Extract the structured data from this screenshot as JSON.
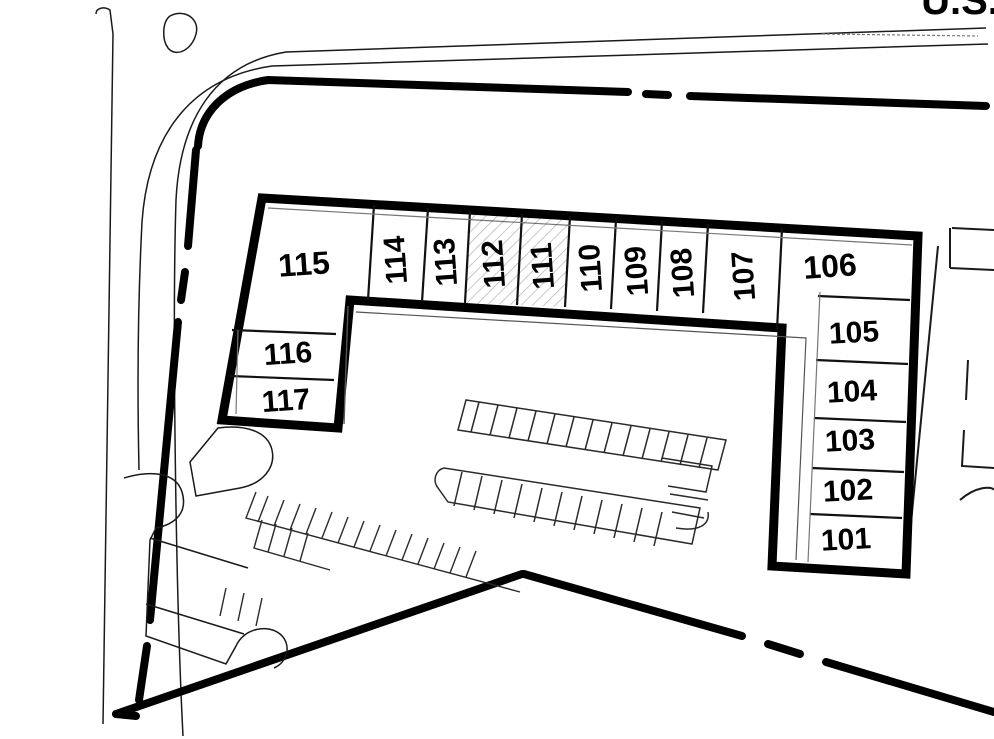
{
  "drawing": {
    "type": "architectural-site-plan",
    "title_fragment": "U.S.",
    "title_fragment_note": "partially cropped heading text at top right edge",
    "background_color": "#ffffff",
    "ink_color": "#000000",
    "plan_rotation_degrees": -4.5
  },
  "building": {
    "name": "retail-strip-building",
    "shape": "U-shaped",
    "unit_count": 17,
    "unit_number_range": "101-117"
  },
  "units": {
    "north_row": [
      {
        "id": "115",
        "label": "115",
        "orientation": "horizontal",
        "hatched": false,
        "size": "large-corner"
      },
      {
        "id": "114",
        "label": "114",
        "orientation": "rotated",
        "hatched": false,
        "size": "narrow"
      },
      {
        "id": "113",
        "label": "113",
        "orientation": "rotated",
        "hatched": false,
        "size": "narrow"
      },
      {
        "id": "112",
        "label": "112",
        "orientation": "rotated",
        "hatched": true,
        "size": "narrow"
      },
      {
        "id": "111",
        "label": "111",
        "orientation": "rotated",
        "hatched": true,
        "size": "narrow"
      },
      {
        "id": "110",
        "label": "110",
        "orientation": "rotated",
        "hatched": false,
        "size": "narrow"
      },
      {
        "id": "109",
        "label": "109",
        "orientation": "rotated",
        "hatched": false,
        "size": "narrow"
      },
      {
        "id": "108",
        "label": "108",
        "orientation": "rotated",
        "hatched": false,
        "size": "narrow"
      },
      {
        "id": "107",
        "label": "107",
        "orientation": "rotated",
        "hatched": false,
        "size": "narrow"
      },
      {
        "id": "106",
        "label": "106",
        "orientation": "horizontal",
        "hatched": false,
        "size": "large-corner"
      }
    ],
    "east_column": [
      {
        "id": "105",
        "label": "105",
        "orientation": "horizontal",
        "hatched": false
      },
      {
        "id": "104",
        "label": "104",
        "orientation": "horizontal",
        "hatched": false
      },
      {
        "id": "103",
        "label": "103",
        "orientation": "horizontal",
        "hatched": false
      },
      {
        "id": "102",
        "label": "102",
        "orientation": "horizontal",
        "hatched": false
      },
      {
        "id": "101",
        "label": "101",
        "orientation": "horizontal",
        "hatched": false
      }
    ],
    "west_column": [
      {
        "id": "116",
        "label": "116",
        "orientation": "horizontal",
        "hatched": false
      },
      {
        "id": "117",
        "label": "117",
        "orientation": "horizontal",
        "hatched": false
      }
    ]
  },
  "site_features": [
    {
      "name": "property-boundary-line",
      "style": "thick-dash-dot",
      "location": "west and south and north"
    },
    {
      "name": "curb-line",
      "style": "thin-solid",
      "location": "perimeter drive"
    },
    {
      "name": "parking-stalls-center",
      "style": "thin-tick-marks",
      "location": "central courtyard"
    },
    {
      "name": "parking-stalls-southwest",
      "style": "thin-tick-marks",
      "location": "lower left"
    },
    {
      "name": "adjacent-building-outline",
      "style": "thin-solid",
      "location": "right edge"
    },
    {
      "name": "landscape-island",
      "style": "thin-outline",
      "location": "upper left"
    }
  ]
}
